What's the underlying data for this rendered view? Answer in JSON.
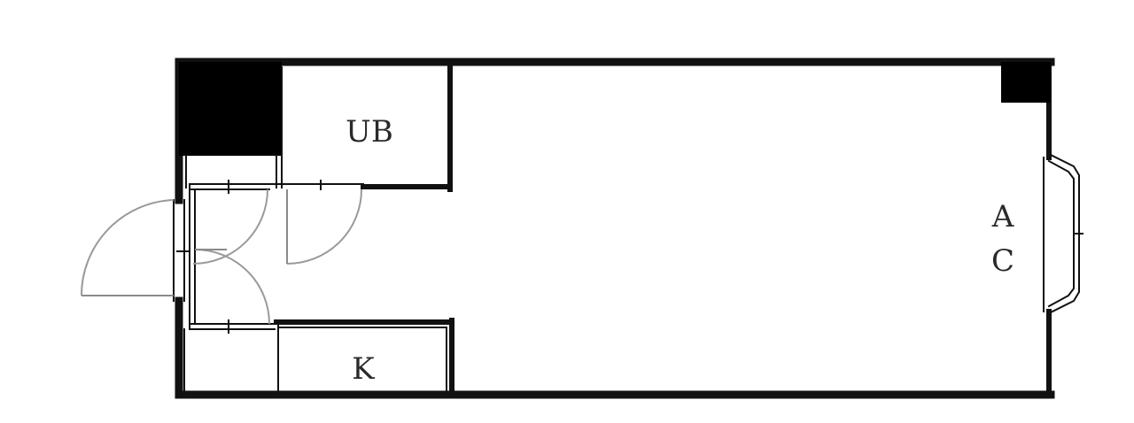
{
  "labels": {
    "bath": "UB",
    "kitchen": "K",
    "aircon_top": "A",
    "aircon_bottom": "C"
  },
  "colors": {
    "wall": "#111111",
    "door_arc": "#9a9a9a",
    "background": "#ffffff"
  }
}
